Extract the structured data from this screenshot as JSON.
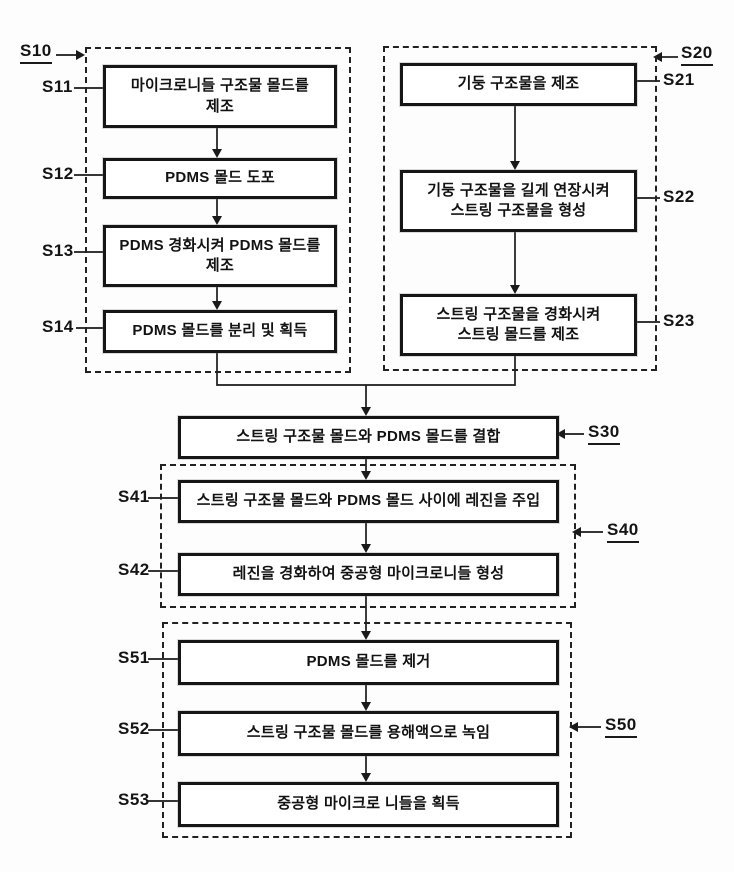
{
  "groups": {
    "s10": {
      "label": "S10"
    },
    "s20": {
      "label": "S20"
    },
    "s40": {
      "label": "S40"
    },
    "s50": {
      "label": "S50"
    }
  },
  "steps": {
    "s11": {
      "label": "S11",
      "text": "마이크로니들 구조물 몰드를\n제조"
    },
    "s12": {
      "label": "S12",
      "text": "PDMS 몰드 도포"
    },
    "s13": {
      "label": "S13",
      "text": "PDMS 경화시켜 PDMS 몰드를\n제조"
    },
    "s14": {
      "label": "S14",
      "text": "PDMS 몰드를 분리 및 획득"
    },
    "s21": {
      "label": "S21",
      "text": "기둥 구조물을 제조"
    },
    "s22": {
      "label": "S22",
      "text": "기둥 구조물을 길게 연장시켜\n스트링 구조물을 형성"
    },
    "s23": {
      "label": "S23",
      "text": "스트링 구조물을 경화시켜\n스트링 몰드를 제조"
    },
    "s30": {
      "label": "S30",
      "text": "스트링 구조물 몰드와 PDMS 몰드를 결합"
    },
    "s41": {
      "label": "S41",
      "text": "스트링 구조물 몰드와 PDMS 몰드 사이에 레진을 주입"
    },
    "s42": {
      "label": "S42",
      "text": "레진을 경화하여 중공형 마이크로니들 형성"
    },
    "s51": {
      "label": "S51",
      "text": "PDMS 몰드를 제거"
    },
    "s52": {
      "label": "S52",
      "text": "스트링 구조물 몰드를 용해액으로 녹임"
    },
    "s53": {
      "label": "S53",
      "text": "중공형 마이크로 니들을 획득"
    }
  },
  "colors": {
    "ink": "#1a1a1a",
    "paper": "#fdfdfd"
  }
}
